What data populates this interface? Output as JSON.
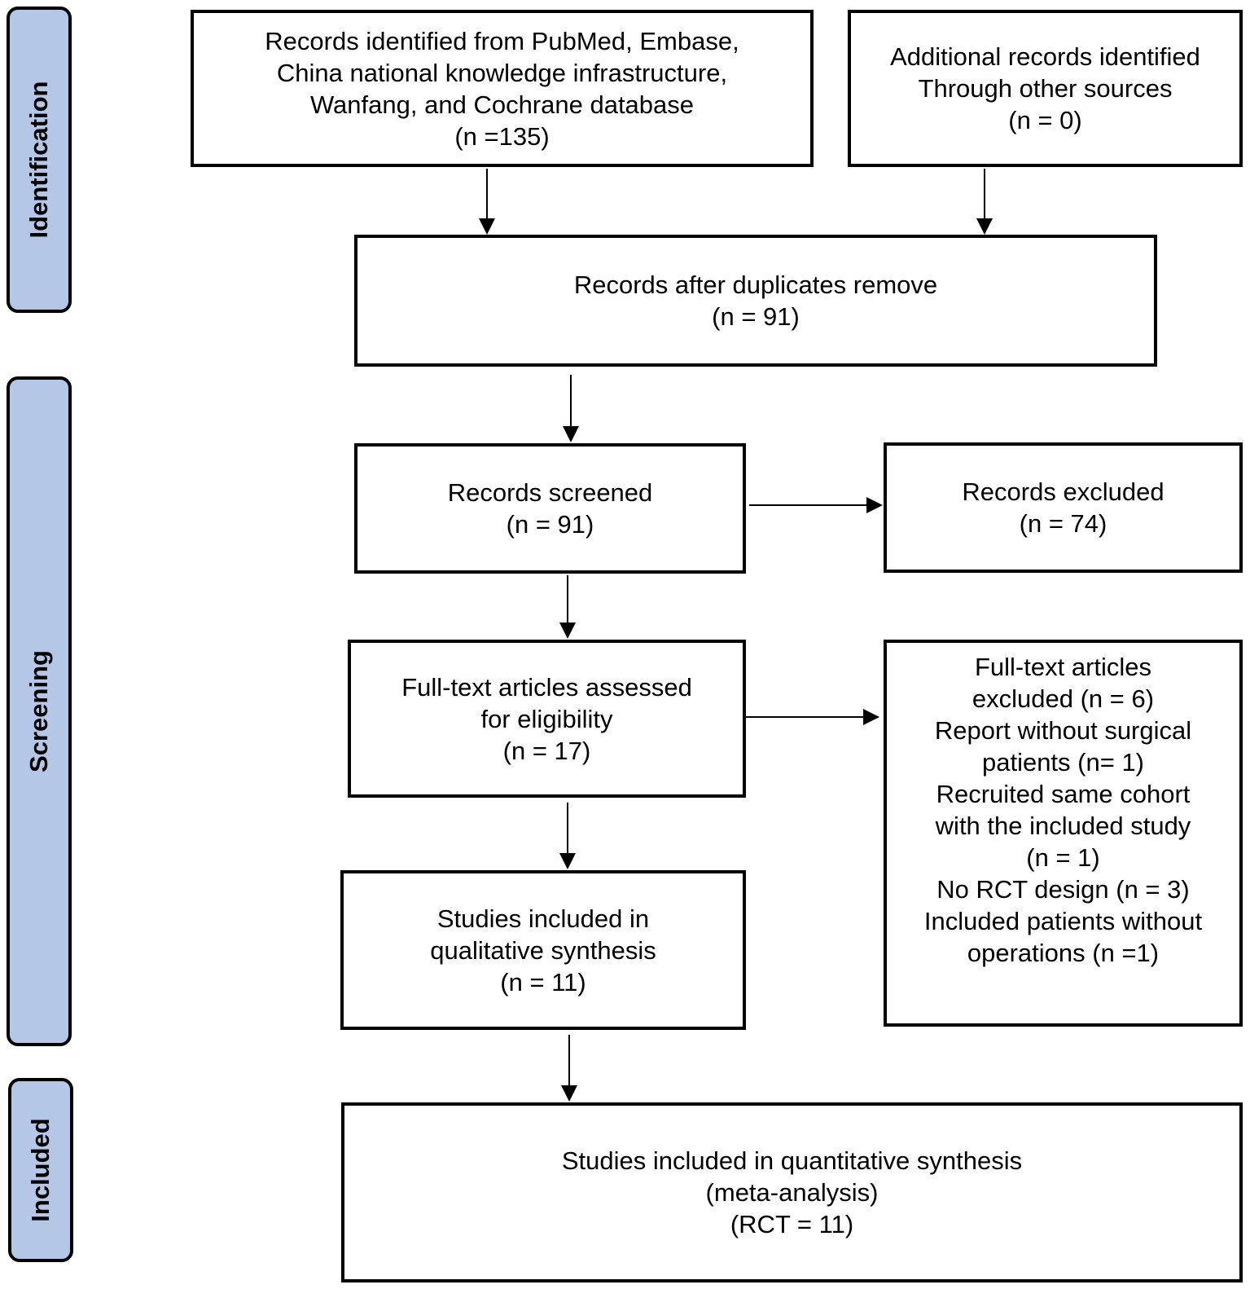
{
  "stages": {
    "identification": "Identification",
    "screening": "Screening",
    "included": "Included"
  },
  "boxes": {
    "database_records": {
      "lines": [
        "Records identified from PubMed, Embase,",
        "China national knowledge infrastructure,",
        "Wanfang, and Cochrane database",
        "(n =135)"
      ]
    },
    "additional_records": {
      "lines": [
        "Additional records identified",
        "Through other sources",
        "(n = 0)"
      ]
    },
    "after_duplicates": {
      "lines": [
        "Records after duplicates remove",
        "(n = 91)"
      ]
    },
    "records_screened": {
      "lines": [
        "Records screened",
        "(n = 91)"
      ]
    },
    "records_excluded": {
      "lines": [
        "Records excluded",
        "(n = 74)"
      ]
    },
    "fulltext_assessed": {
      "lines": [
        "Full-text articles assessed",
        "for eligibility",
        "(n = 17)"
      ]
    },
    "fulltext_excluded": {
      "lines": [
        "Full-text articles",
        "excluded (n = 6)",
        "Report without surgical",
        "patients (n= 1)",
        "Recruited same cohort",
        "with the included study",
        "(n = 1)",
        "No RCT design (n = 3)",
        "Included patients without",
        "operations (n =1)"
      ]
    },
    "qualitative_synthesis": {
      "lines": [
        "Studies included in",
        "qualitative synthesis",
        "(n = 11)"
      ]
    },
    "quantitative_synthesis": {
      "lines": [
        "Studies included in quantitative synthesis",
        "(meta-analysis)",
        "(RCT = 11)"
      ]
    }
  }
}
